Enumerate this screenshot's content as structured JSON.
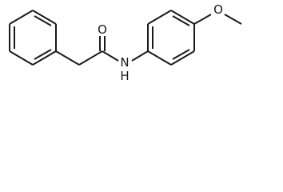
{
  "molecule": {
    "atoms": {
      "carbonyl_oxygen": "O",
      "amide_nitrogen": "N",
      "amide_hydrogen": "H",
      "ether_oxygen": "O"
    }
  }
}
